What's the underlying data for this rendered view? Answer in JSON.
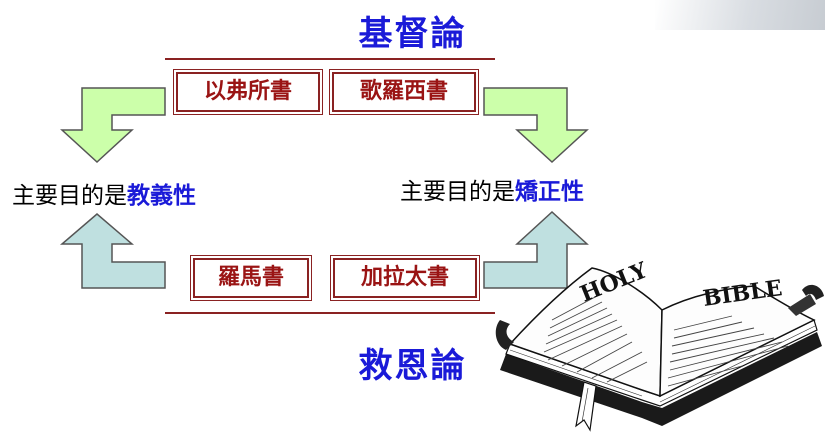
{
  "colors": {
    "title": "#1a1ad8",
    "box_border": "#8a2222",
    "box_text": "#9a1414",
    "rule": "#8a2222",
    "arrow_top_fill": "#ccffaa",
    "arrow_bottom_fill": "#bfe0e0",
    "arrow_stroke": "#555555",
    "emphasis": "#1a1ad8"
  },
  "top": {
    "title": "基督論",
    "books": [
      "以弗所書",
      "歌羅西書"
    ]
  },
  "bottom": {
    "title": "救恩論",
    "books": [
      "羅馬書",
      "加拉太書"
    ]
  },
  "left": {
    "prefix": "主要目的是",
    "emphasis": "教義性"
  },
  "right": {
    "prefix": "主要目的是",
    "emphasis": "矯正性"
  },
  "illustration": {
    "name": "open-bible",
    "left_page_text": "HOLY",
    "right_page_text": "BIBLE"
  }
}
